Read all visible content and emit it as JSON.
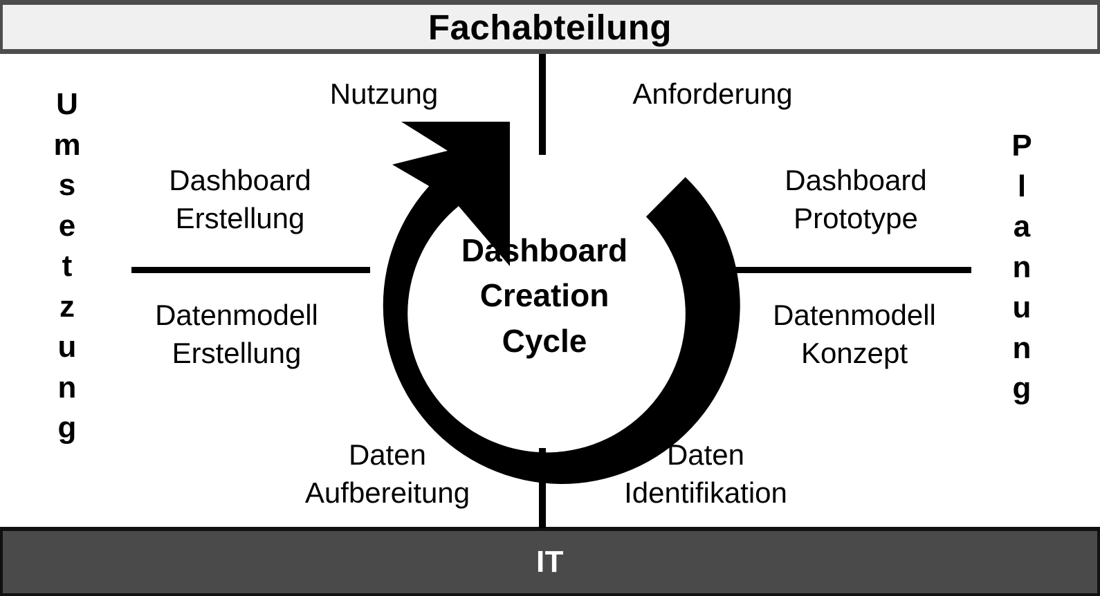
{
  "lanes": {
    "top": {
      "label": "Fachabteilung"
    },
    "bottom": {
      "label": "IT"
    }
  },
  "side_axes": {
    "left": {
      "word": "Umsetzung",
      "letters": [
        "U",
        "m",
        "s",
        "e",
        "t",
        "z",
        "u",
        "n",
        "g"
      ]
    },
    "right": {
      "word": "Planung",
      "letters": [
        "P",
        "l",
        "a",
        "n",
        "u",
        "n",
        "g"
      ]
    }
  },
  "center": {
    "line1": "Dashboard",
    "line2": "Creation",
    "line3": "Cycle"
  },
  "stages": {
    "nutzung": {
      "line1": "Nutzung"
    },
    "anforderung": {
      "line1": "Anforderung"
    },
    "dashboard_erstellung": {
      "line1": "Dashboard",
      "line2": "Erstellung"
    },
    "dashboard_prototype": {
      "line1": "Dashboard",
      "line2": "Prototype"
    },
    "datenmodell_erstellung": {
      "line1": "Datenmodell",
      "line2": "Erstellung"
    },
    "datenmodell_konzept": {
      "line1": "Datenmodell",
      "line2": "Konzept"
    },
    "daten_aufbereitung": {
      "line1": "Daten",
      "line2": "Aufbereitung"
    },
    "daten_identifikation": {
      "line1": "Daten",
      "line2": "Identifikation"
    }
  },
  "colors": {
    "lane_top_fill": "#f0f0f0",
    "lane_top_border": "#4d4d4d",
    "lane_bottom_fill": "#4a4a4a",
    "lane_bottom_text": "#ffffff",
    "ink": "#000000",
    "page": "#ffffff"
  },
  "icons": {
    "cycle": "circular-arrow-clockwise-icon"
  }
}
